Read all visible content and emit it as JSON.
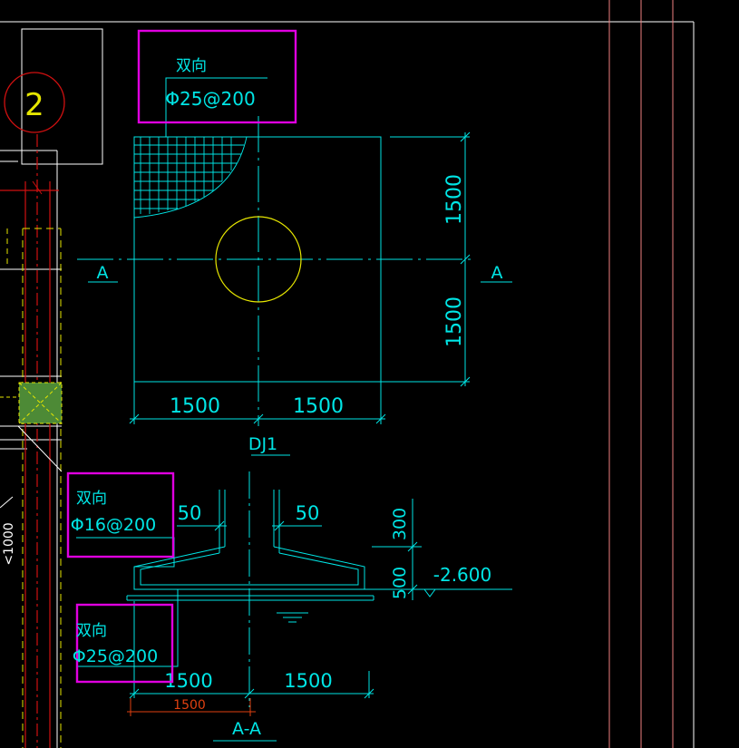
{
  "colors": {
    "background": "#000000",
    "cyan": "#00e5e5",
    "magenta": "#e000e0",
    "yellow": "#e6e600",
    "red": "#d01010",
    "white": "#ffffff",
    "green": "#4d8a36"
  },
  "grid_axis": {
    "label": "2"
  },
  "plan": {
    "callout_top": {
      "line1": "双向",
      "line2": "Φ25@200"
    },
    "section_marks": {
      "left": "A",
      "right": "A"
    },
    "dims_vertical": [
      "1500",
      "1500"
    ],
    "dims_horizontal": [
      "1500",
      "1500"
    ],
    "title": "DJ1"
  },
  "section": {
    "callout_upper": {
      "line1": "双向",
      "line2": "Φ16@200"
    },
    "callout_lower": {
      "line1": "双向",
      "line2": "Φ25@200"
    },
    "offsets": [
      "50",
      "50"
    ],
    "heights": [
      "300",
      "500"
    ],
    "elevation": "-2.600",
    "dims_bottom": [
      "1500",
      "1500"
    ],
    "dim_red": "1500",
    "title": "A-A"
  },
  "left_strip": {
    "label": "<1000"
  }
}
